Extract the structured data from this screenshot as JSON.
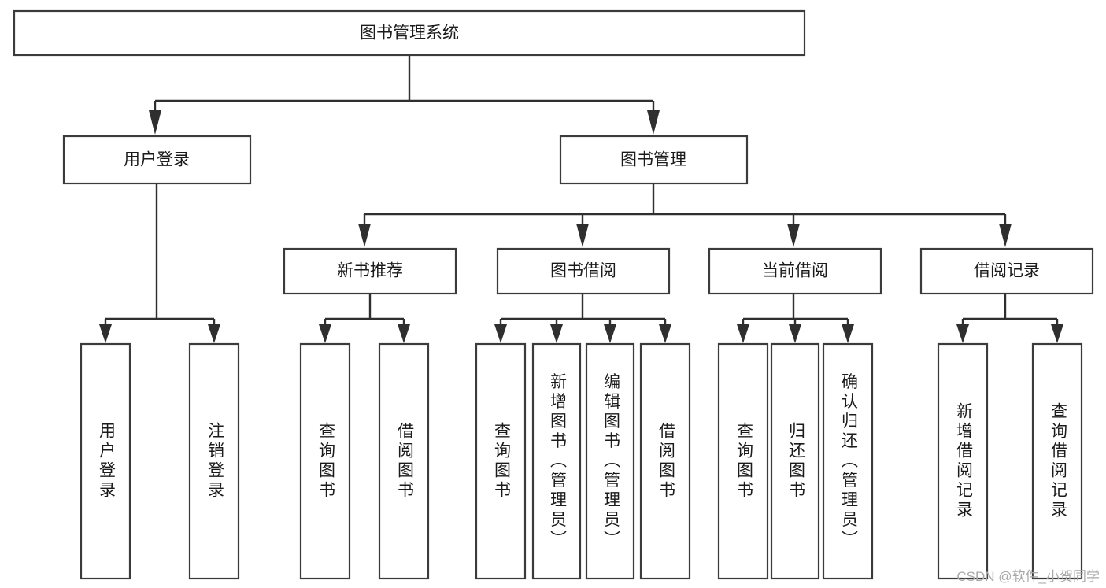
{
  "diagram": {
    "type": "tree-hierarchy",
    "title": "图书管理系统",
    "watermark": "CSDN @软件_小贺同学",
    "colors": {
      "box_stroke": "#3b3b3b",
      "box_fill": "#ffffff",
      "connector": "#2f2f2f",
      "text": "#1b1b1b",
      "watermark": "#a9a9a9",
      "background": "#ffffff"
    },
    "root": {
      "label": "图书管理系统"
    },
    "level1": [
      {
        "label": "用户登录"
      },
      {
        "label": "图书管理"
      }
    ],
    "level2": [
      {
        "label": "新书推荐"
      },
      {
        "label": "图书借阅"
      },
      {
        "label": "当前借阅"
      },
      {
        "label": "借阅记录"
      }
    ],
    "leaves": {
      "user_login": [
        {
          "label": "用户登录"
        },
        {
          "label": "注销登录"
        }
      ],
      "new_book_recommend": [
        {
          "label": "查询图书"
        },
        {
          "label": "借阅图书"
        }
      ],
      "book_borrow": [
        {
          "label": "查询图书"
        },
        {
          "label": "新增图书（管理员）"
        },
        {
          "label": "编辑图书（管理员）"
        },
        {
          "label": "借阅图书"
        }
      ],
      "current_borrow": [
        {
          "label": "查询图书"
        },
        {
          "label": "归还图书"
        },
        {
          "label": "确认归还（管理员）"
        }
      ],
      "borrow_record": [
        {
          "label": "新增借阅记录"
        },
        {
          "label": "查询借阅记录"
        }
      ]
    }
  }
}
